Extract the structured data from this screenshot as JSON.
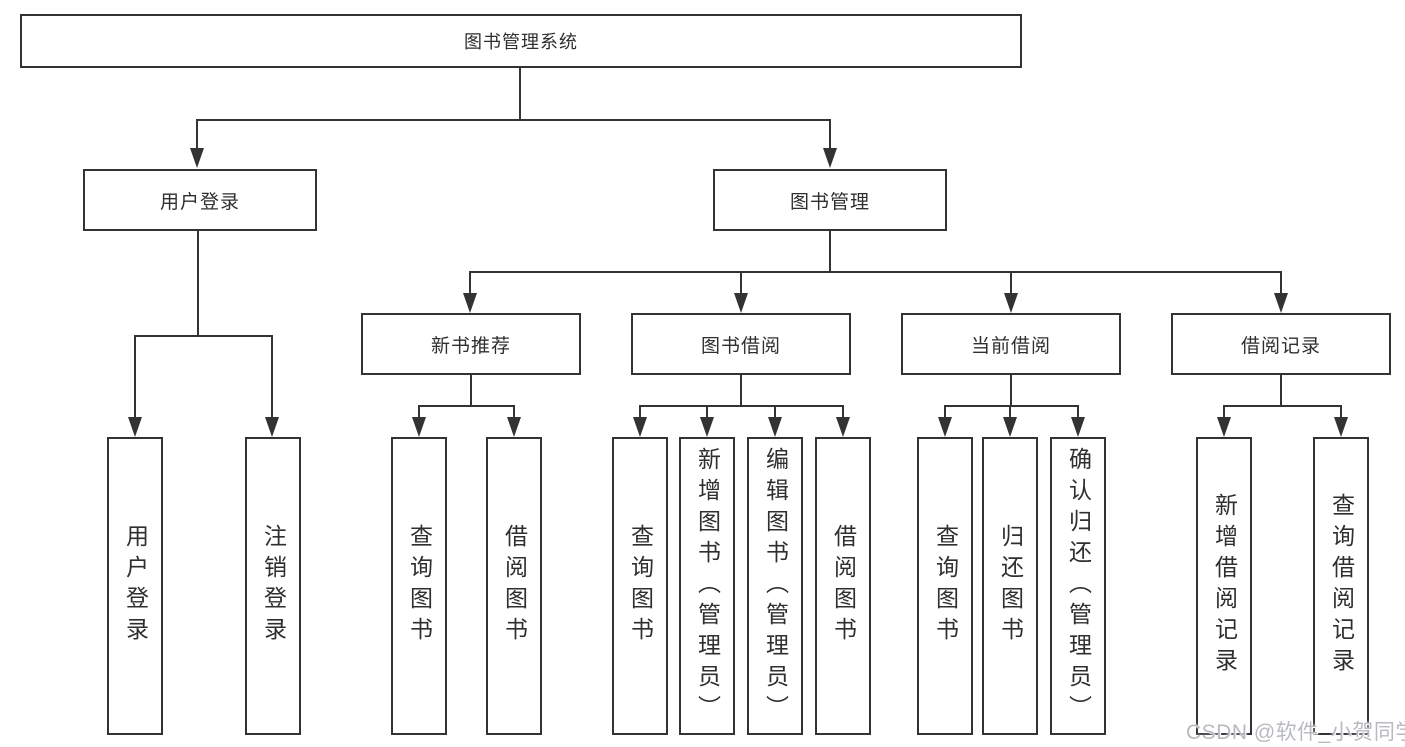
{
  "diagram": {
    "title": "图书管理系统",
    "branches": {
      "user": {
        "label": "用户登录",
        "children": [
          "用户登录",
          "注销登录"
        ]
      },
      "book": {
        "label": "图书管理",
        "sections": [
          {
            "label": "新书推荐",
            "children": [
              "查询图书",
              "借阅图书"
            ]
          },
          {
            "label": "图书借阅",
            "children": [
              "查询图书",
              "新增图书（管理员）",
              "编辑图书（管理员）",
              "借阅图书"
            ]
          },
          {
            "label": "当前借阅",
            "children": [
              "查询图书",
              "归还图书",
              "确认归还（管理员）"
            ]
          },
          {
            "label": "借阅记录",
            "children": [
              "新增借阅记录",
              "查询借阅记录"
            ]
          }
        ]
      }
    },
    "watermark": "CSDN @软件_小贺同学",
    "colors": {
      "line": "#333333",
      "text": "#2f2f2f",
      "background": "#ffffff",
      "watermark": "#b7bac0"
    }
  }
}
